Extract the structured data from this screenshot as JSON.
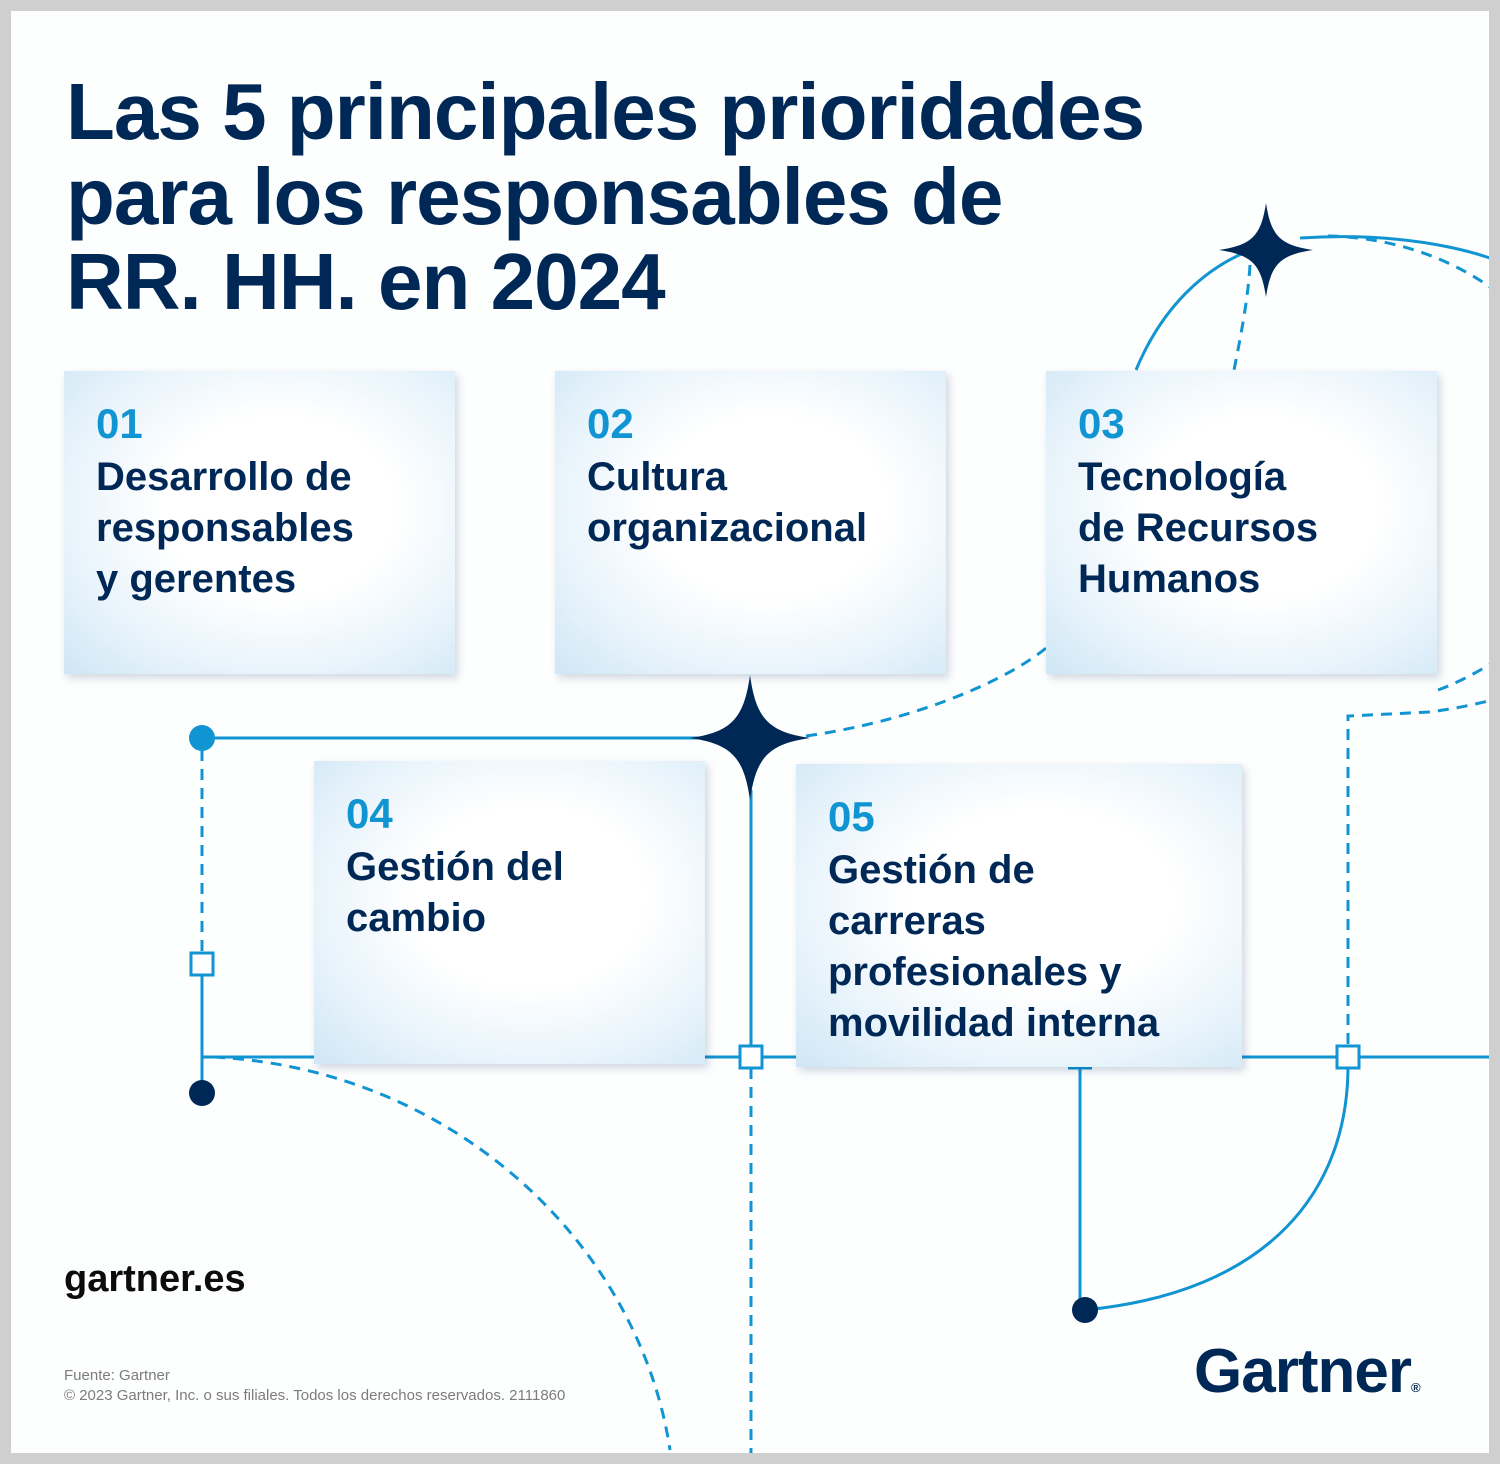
{
  "title": {
    "line1": "Las 5 principales prioridades",
    "line2": "para los responsables de",
    "line3": "RR. HH. en 2024"
  },
  "cards": [
    {
      "number": "01",
      "label": "Desarrollo de\nresponsables\ny gerentes"
    },
    {
      "number": "02",
      "label": "Cultura\norganizacional"
    },
    {
      "number": "03",
      "label": "Tecnología\nde Recursos\nHumanos"
    },
    {
      "number": "04",
      "label": "Gestión del\ncambio"
    },
    {
      "number": "05",
      "label": "Gestión de\ncarreras\nprofesionales y\nmovilidad interna"
    }
  ],
  "website": "gartner.es",
  "source": {
    "line1": "Fuente: Gartner",
    "line2": "© 2023 Gartner, Inc. o sus filiales. Todos los derechos reservados. 2111860"
  },
  "logo": {
    "text": "Gartner",
    "mark": "®"
  },
  "colors": {
    "navy": "#002856",
    "accent_blue": "#1194d2",
    "background": "#fdfefe",
    "border": "#cfcfcf"
  }
}
